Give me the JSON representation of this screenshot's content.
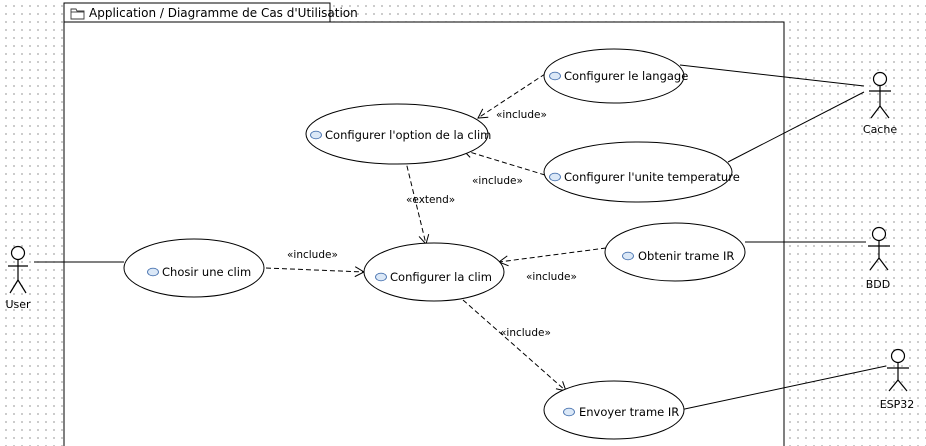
{
  "frame": {
    "title": "Application / Diagramme de Cas d'Utilisation"
  },
  "actors": {
    "user": "User",
    "cache": "Cache",
    "bdd": "BDD",
    "esp32": "ESP32"
  },
  "use_cases": {
    "configurer_langage": "Configurer le langage",
    "configurer_option": "Configurer l'option de la clim",
    "configurer_unite": "Configurer l'unite temperature",
    "chosir_clim": "Chosir une clim",
    "configurer_clim": "Configurer la clim",
    "obtenir_trame": "Obtenir trame IR",
    "envoyer_trame": "Envoyer trame IR"
  },
  "relations": {
    "include_langage": "«include»",
    "include_unite": "«include»",
    "extend_option": "«extend»",
    "include_chosir": "«include»",
    "include_obtenir": "«include»",
    "include_envoyer": "«include»"
  },
  "colors": {
    "line": "#000000",
    "uc_icon_fill": "#dbe8f7",
    "uc_icon_stroke": "#4a74b0"
  }
}
